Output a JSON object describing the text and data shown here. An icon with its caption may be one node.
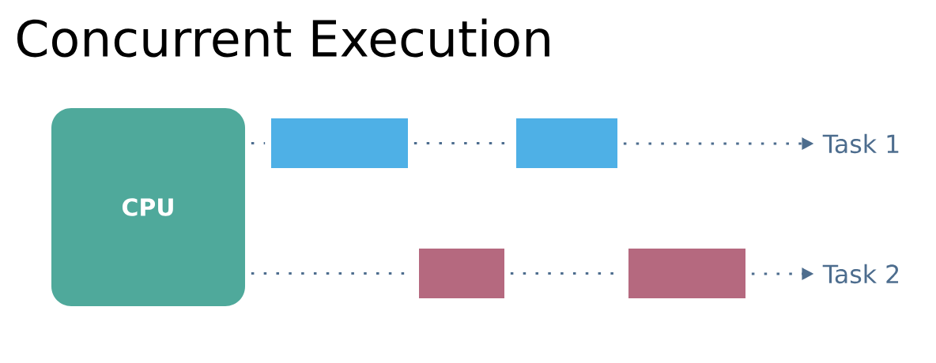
{
  "diagram": {
    "title": "Concurrent Execution",
    "nodes": [
      {
        "text": [
          "CPU"
        ]
      },
      {
        "text": [],
        "shape": "bar"
      },
      {
        "text": [],
        "shape": "bar"
      },
      {
        "text": [],
        "shape": "bar"
      },
      {
        "text": [],
        "shape": "bar"
      },
      {
        "text": [
          "Task 1"
        ]
      },
      {
        "text": [
          "Task 2"
        ]
      }
    ],
    "edges": [
      {
        "from": 0,
        "to": 1,
        "arrow": "none",
        "style": "dashed"
      },
      {
        "from": 1,
        "to": 2,
        "arrow": "none",
        "style": "dashed"
      },
      {
        "from": 2,
        "to": 5,
        "arrow": "to",
        "style": "dashed"
      },
      {
        "from": 0,
        "to": 3,
        "arrow": "none",
        "style": "dashed"
      },
      {
        "from": 3,
        "to": 4,
        "arrow": "none",
        "style": "dashed"
      },
      {
        "from": 4,
        "to": 6,
        "arrow": "to",
        "style": "dashed"
      }
    ]
  }
}
